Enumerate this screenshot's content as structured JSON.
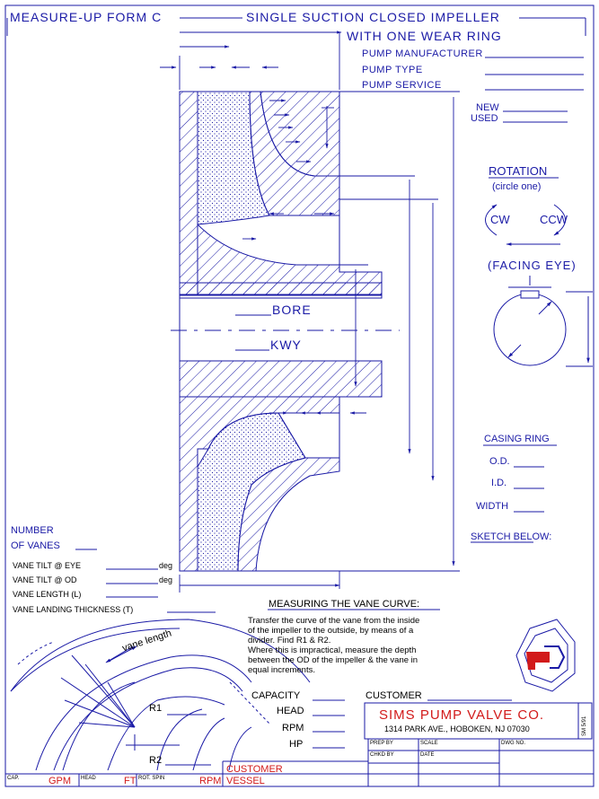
{
  "header": {
    "form_name": "MEASURE-UP FORM",
    "form_letter": "C",
    "title_line1": "SINGLE SUCTION CLOSED IMPELLER",
    "title_line2": "WITH ONE WEAR RING"
  },
  "pump_info": {
    "manufacturer": "PUMP MANUFACTURER",
    "type": "PUMP TYPE",
    "service": "PUMP SERVICE",
    "new": "NEW",
    "used": "USED"
  },
  "rotation": {
    "title": "ROTATION",
    "hint": "(circle one)",
    "cw": "CW",
    "ccw": "CCW",
    "facing": "(FACING EYE)"
  },
  "impeller_labels": {
    "bore": "BORE",
    "kwy": "KWY"
  },
  "casing_ring": {
    "title": "CASING RING",
    "od": "O.D.",
    "id": "I.D.",
    "width": "WIDTH",
    "sketch": "SKETCH BELOW:"
  },
  "vanes": {
    "number_label_1": "NUMBER",
    "number_label_2": "OF VANES",
    "tilt_eye": "VANE TILT @ EYE",
    "tilt_od": "VANE TILT @ OD",
    "deg": "deg",
    "length": "VANE LENGTH (L)",
    "landing": "VANE LANDING THICKNESS (T)"
  },
  "vane_curve": {
    "title": "MEASURING THE VANE CURVE:",
    "instructions": [
      "Transfer the curve of the vane from the inside",
      "of the impeller to the outside, by means of a",
      "divider. Find R1 & R2.",
      "Where this is impractical, measure the depth",
      "between the OD of the impeller & the vane in",
      "equal increments."
    ],
    "vane_length": "vane length",
    "r1": "R1",
    "r2": "R2"
  },
  "performance": {
    "capacity": "CAPACITY",
    "head": "HEAD",
    "rpm": "RPM",
    "hp": "HP",
    "customer": "CUSTOMER"
  },
  "company": {
    "name": "SIMS PUMP VALVE CO.",
    "address": "1314 PARK AVE., HOBOKEN, NJ 07030"
  },
  "title_block": {
    "cap": "CAP.",
    "gpm": "GPM",
    "head": "HEAD",
    "ft": "FT",
    "rot_spin": "ROT. SPIN",
    "rpm": "RPM",
    "customer": "CUSTOMER",
    "vessel": "VESSEL",
    "prep_by": "PREP BY",
    "chkd_by": "CHKD BY",
    "scale": "SCALE",
    "date": "DATE",
    "dwg_no": "DWG NO.",
    "side_code": "SM 5/91"
  },
  "colors": {
    "line": "#1a1aa6",
    "hatch": "#1a1aa6",
    "accent_red": "#d21a1a",
    "paper": "#ffffff"
  }
}
